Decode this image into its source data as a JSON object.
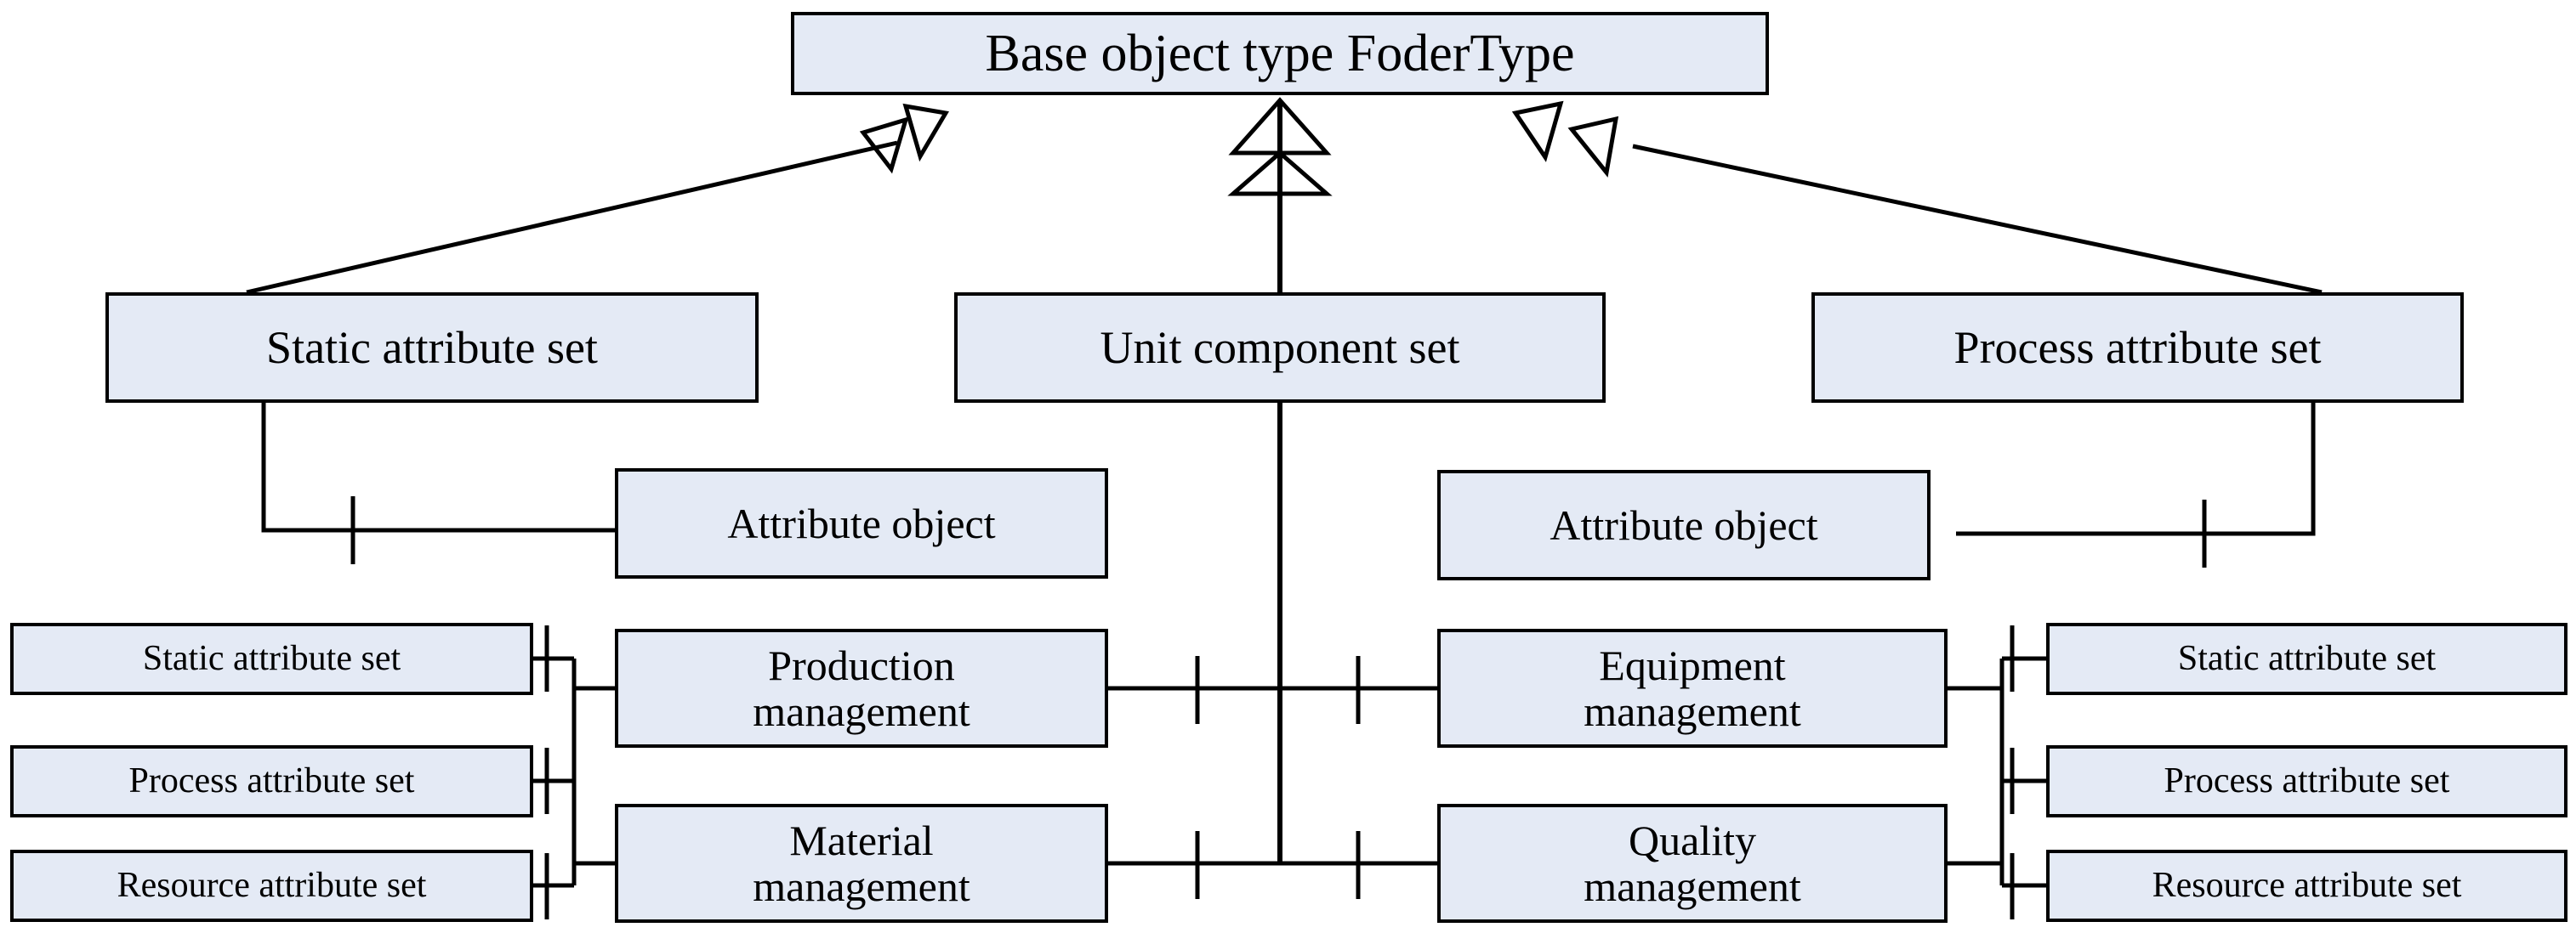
{
  "diagram": {
    "title": "Base object type FoderType",
    "kind": "uml-class-hierarchy",
    "colors": {
      "node_fill": "#e4eaf5",
      "node_border": "#000000",
      "line": "#000000",
      "background": "#ffffff",
      "triangle_fill": "#ffffff"
    },
    "root": {
      "label": "Base object type FoderType"
    },
    "level2": [
      {
        "label": "Static attribute set"
      },
      {
        "label": "Unit component set"
      },
      {
        "label": "Process attribute set"
      }
    ],
    "attribute_objects": [
      {
        "label": "Attribute object"
      },
      {
        "label": "Attribute object"
      }
    ],
    "left_attribute_sets": [
      {
        "label": "Static attribute set"
      },
      {
        "label": "Process attribute set"
      },
      {
        "label": "Resource attribute set"
      }
    ],
    "right_attribute_sets": [
      {
        "label": "Static attribute set"
      },
      {
        "label": "Process attribute set"
      },
      {
        "label": "Resource attribute set"
      }
    ],
    "management_left": [
      {
        "line1": "Production",
        "line2": "management"
      },
      {
        "line1": "Material",
        "line2": "management"
      }
    ],
    "management_right": [
      {
        "line1": "Equipment",
        "line2": "management"
      },
      {
        "line1": "Quality",
        "line2": "management"
      }
    ],
    "connector_marks": {
      "generalization_triangle_count": 6,
      "multiplicity_tick_symbol": "|"
    }
  }
}
